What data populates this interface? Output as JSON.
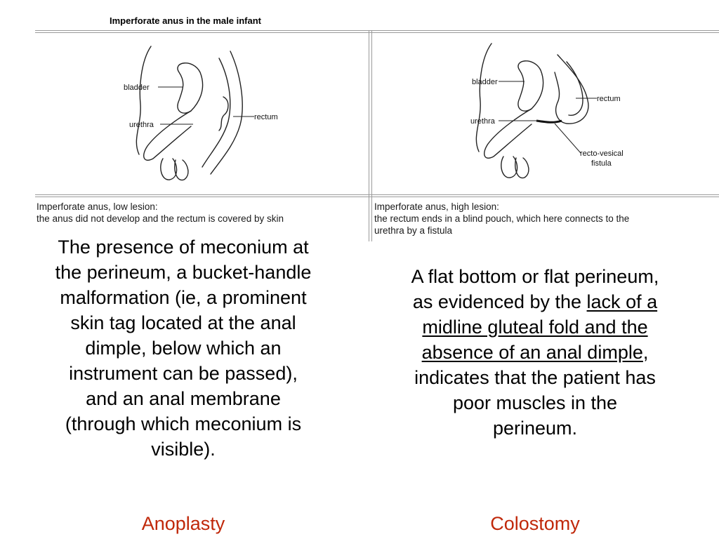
{
  "figure": {
    "title": "Imperforate anus in the male infant",
    "low_panel": {
      "labels": {
        "bladder": "bladder",
        "urethra": "urethra",
        "rectum": "rectum"
      },
      "caption": [
        "Imperforate anus, low lesion:",
        "the anus did not develop and the rectum is covered by skin"
      ]
    },
    "high_panel": {
      "labels": {
        "bladder": "bladder",
        "urethra": "urethra",
        "rectum": "rectum",
        "fistula_1": "recto-vesical",
        "fistula_2": "fistula"
      },
      "caption": [
        "Imperforate anus, high lesion:",
        "the rectum ends in a blind pouch, which here connects to the",
        "urethra by a fistula"
      ]
    }
  },
  "left_text": {
    "lines": [
      "The presence of meconium at",
      "the perineum, a bucket-handle",
      "malformation (ie, a prominent",
      "skin tag located at the anal",
      "dimple, below which an",
      "instrument can be passed),",
      "and an anal membrane",
      "(through which meconium is",
      "visible)."
    ],
    "label": "Anoplasty"
  },
  "right_text": {
    "line1": "A flat bottom or flat perineum,",
    "line2_plain": "as evidenced by the ",
    "line2_underlined": "lack of a",
    "line3_underlined": "midline gluteal fold and the",
    "line4_underlined": "absence of an anal dimple",
    "line4_tail": ",",
    "line5": "indicates that the patient has",
    "line6": "poor muscles in the",
    "line7": "perineum.",
    "label": "Colostomy"
  },
  "colors": {
    "label_red": "#c0280a",
    "rule_gray": "#9a9a9a"
  }
}
